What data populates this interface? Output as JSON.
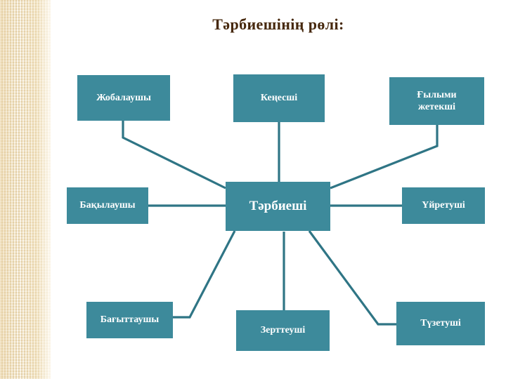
{
  "slide": {
    "title": "Тәрбиешінің рөлі:",
    "title_color": "#46280d",
    "background_color": "#ffffff",
    "edge_band_color": "#f1e2bf",
    "node_fill_color": "#3d8a9b",
    "node_text_color": "#ffffff",
    "connector_color": "#2f7585"
  },
  "diagram": {
    "type": "hub-and-spoke",
    "center": {
      "id": "center",
      "label": "Тәрбиеші"
    },
    "nodes": [
      {
        "id": "jobalaushy",
        "label": "Жобалаушы"
      },
      {
        "id": "kenesshi",
        "label": "Кеңесші"
      },
      {
        "id": "gylymi",
        "label": "Ғылыми\nжетекші"
      },
      {
        "id": "baqylaushy",
        "label": "Бақылаушы"
      },
      {
        "id": "uiretushi",
        "label": "Үйретуші"
      },
      {
        "id": "bagyttaushy",
        "label": "Бағыттаушы"
      },
      {
        "id": "zerttueshi",
        "label": "Зерттеуші"
      },
      {
        "id": "tuzetushi",
        "label": "Түзетуші"
      }
    ],
    "edges": [
      {
        "from": "jobalaushy",
        "to": "center"
      },
      {
        "from": "kenesshi",
        "to": "center"
      },
      {
        "from": "gylymi",
        "to": "center"
      },
      {
        "from": "baqylaushy",
        "to": "center"
      },
      {
        "from": "uiretushi",
        "to": "center"
      },
      {
        "from": "bagyttaushy",
        "to": "center"
      },
      {
        "from": "zerttueshi",
        "to": "center"
      },
      {
        "from": "tuzetushi",
        "to": "center"
      }
    ]
  }
}
